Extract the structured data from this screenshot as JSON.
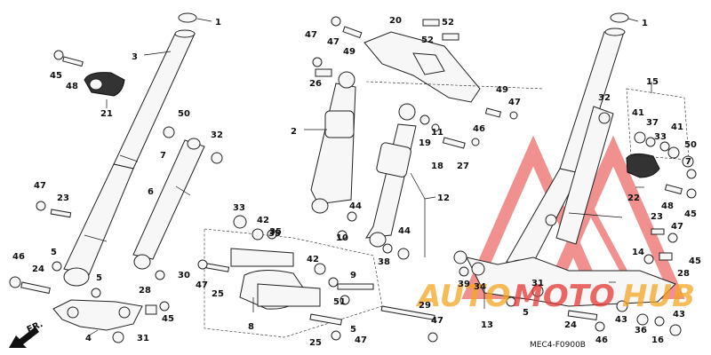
{
  "diagram": {
    "diagram_code": "MEC4-F0900B",
    "direction_label": "FR.",
    "watermark": {
      "text_left": "AUTO",
      "text_middle": "MOTO",
      "text_right": "HUB",
      "color_red": "#e53935",
      "color_orange": "#f5a623"
    },
    "callouts": [
      "1",
      "3",
      "45",
      "48",
      "21",
      "50",
      "7",
      "32",
      "6",
      "47",
      "23",
      "5",
      "46",
      "24",
      "5",
      "4",
      "31",
      "28",
      "45",
      "30",
      "42",
      "35",
      "25",
      "47",
      "8",
      "2",
      "49",
      "26",
      "47",
      "20",
      "52",
      "52",
      "49",
      "47",
      "47",
      "46",
      "11",
      "19",
      "18",
      "27",
      "12",
      "44",
      "10",
      "44",
      "38",
      "33",
      "35",
      "42",
      "9",
      "51",
      "5",
      "25",
      "47",
      "29",
      "47",
      "39",
      "34",
      "13",
      "5",
      "31",
      "24",
      "46",
      "43",
      "16",
      "43",
      "36",
      "45",
      "22",
      "48",
      "45",
      "47",
      "23",
      "14",
      "28",
      "15",
      "41",
      "37",
      "33",
      "41",
      "50",
      "7",
      "32",
      "1"
    ]
  }
}
